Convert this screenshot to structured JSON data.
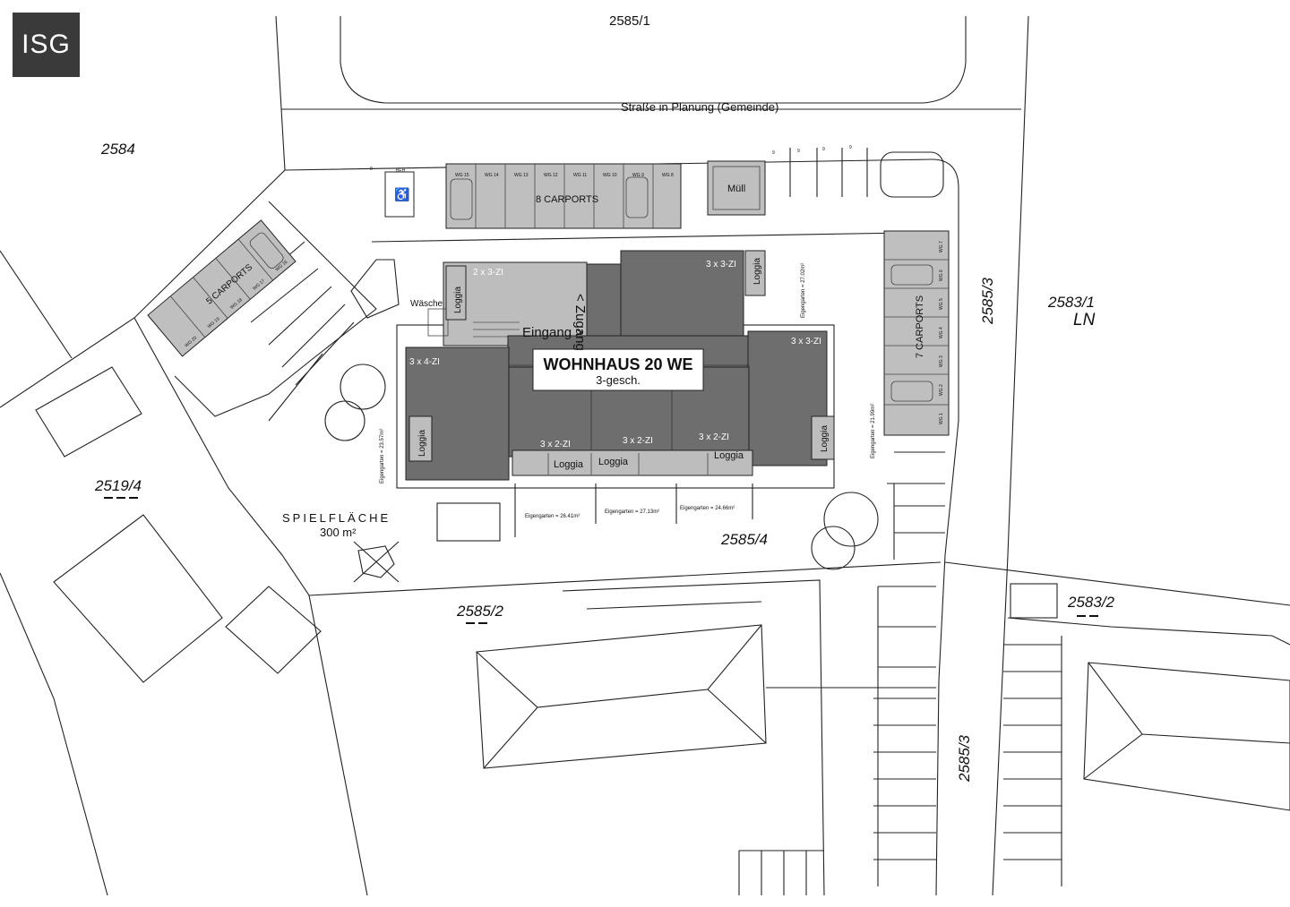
{
  "brand": {
    "logo": "ISG"
  },
  "streets": {
    "planned": "Straße in Planung (Gemeinde)"
  },
  "parcels": {
    "p2585_1": "2585/1",
    "p2584": "2584",
    "p2519_4": "2519/4",
    "p2585_2": "2585/2",
    "p2585_3_top": "2585/3",
    "p2585_3_bottom": "2585/3",
    "p2585_4": "2585/4",
    "p2583_1": "2583/1",
    "p2583_1_sub": "LN",
    "p2583_2": "2583/2"
  },
  "building": {
    "title": "WOHNHAUS 20 WE",
    "subtitle": "3-gesch.",
    "units": {
      "u1": "2 x 3-ZI",
      "u2": "3 x 3-ZI",
      "u3": "3 x 3-ZI",
      "u4": "3 x 4-ZI",
      "u5": "3 x 2-ZI",
      "u6": "3 x 2-ZI",
      "u7": "3 x 2-ZI"
    },
    "loggias": {
      "l1": "Loggia",
      "l2": "Loggia",
      "l3": "Loggia",
      "l4": "Loggia",
      "l5": "Loggia",
      "l6": "Loggia",
      "l7": "Loggia"
    },
    "entrance": "Eingang >",
    "access": "< Zugang",
    "laundry": "Wäsche"
  },
  "parking": {
    "carports_8": "8 CARPORTS",
    "carports_5": "5 CARPORTS",
    "carports_7": "7 CARPORTS",
    "waste": "Müll",
    "disabled": "BEH",
    "wg_top": [
      "WG 15",
      "WG 14",
      "WG 13",
      "WG 12",
      "WG 11",
      "WG 10",
      "WG 9",
      "WG 8"
    ],
    "wg_left": [
      "WG 20",
      "WG 19",
      "WG 18",
      "WG 17",
      "WG 16"
    ],
    "wg_right": [
      "WG 7",
      "WG 6",
      "WG 5",
      "WG 4",
      "WG 3",
      "WG 2",
      "WG 1"
    ],
    "nines": [
      "9",
      "9",
      "9",
      "9",
      "9"
    ]
  },
  "gardens": {
    "g1": "Eigengarten = 26.41m²",
    "g2": "Eigengarten = 27.13m²",
    "g3": "Eigengarten = 24.66m²",
    "g4": "Eigengarten = 23.57m²",
    "g5": "Eigengarten = 27.02m²",
    "g6": "Eigengarten = 21.99m²"
  },
  "play": {
    "label": "SPIELFLÄCHE",
    "area": "300 m²"
  }
}
